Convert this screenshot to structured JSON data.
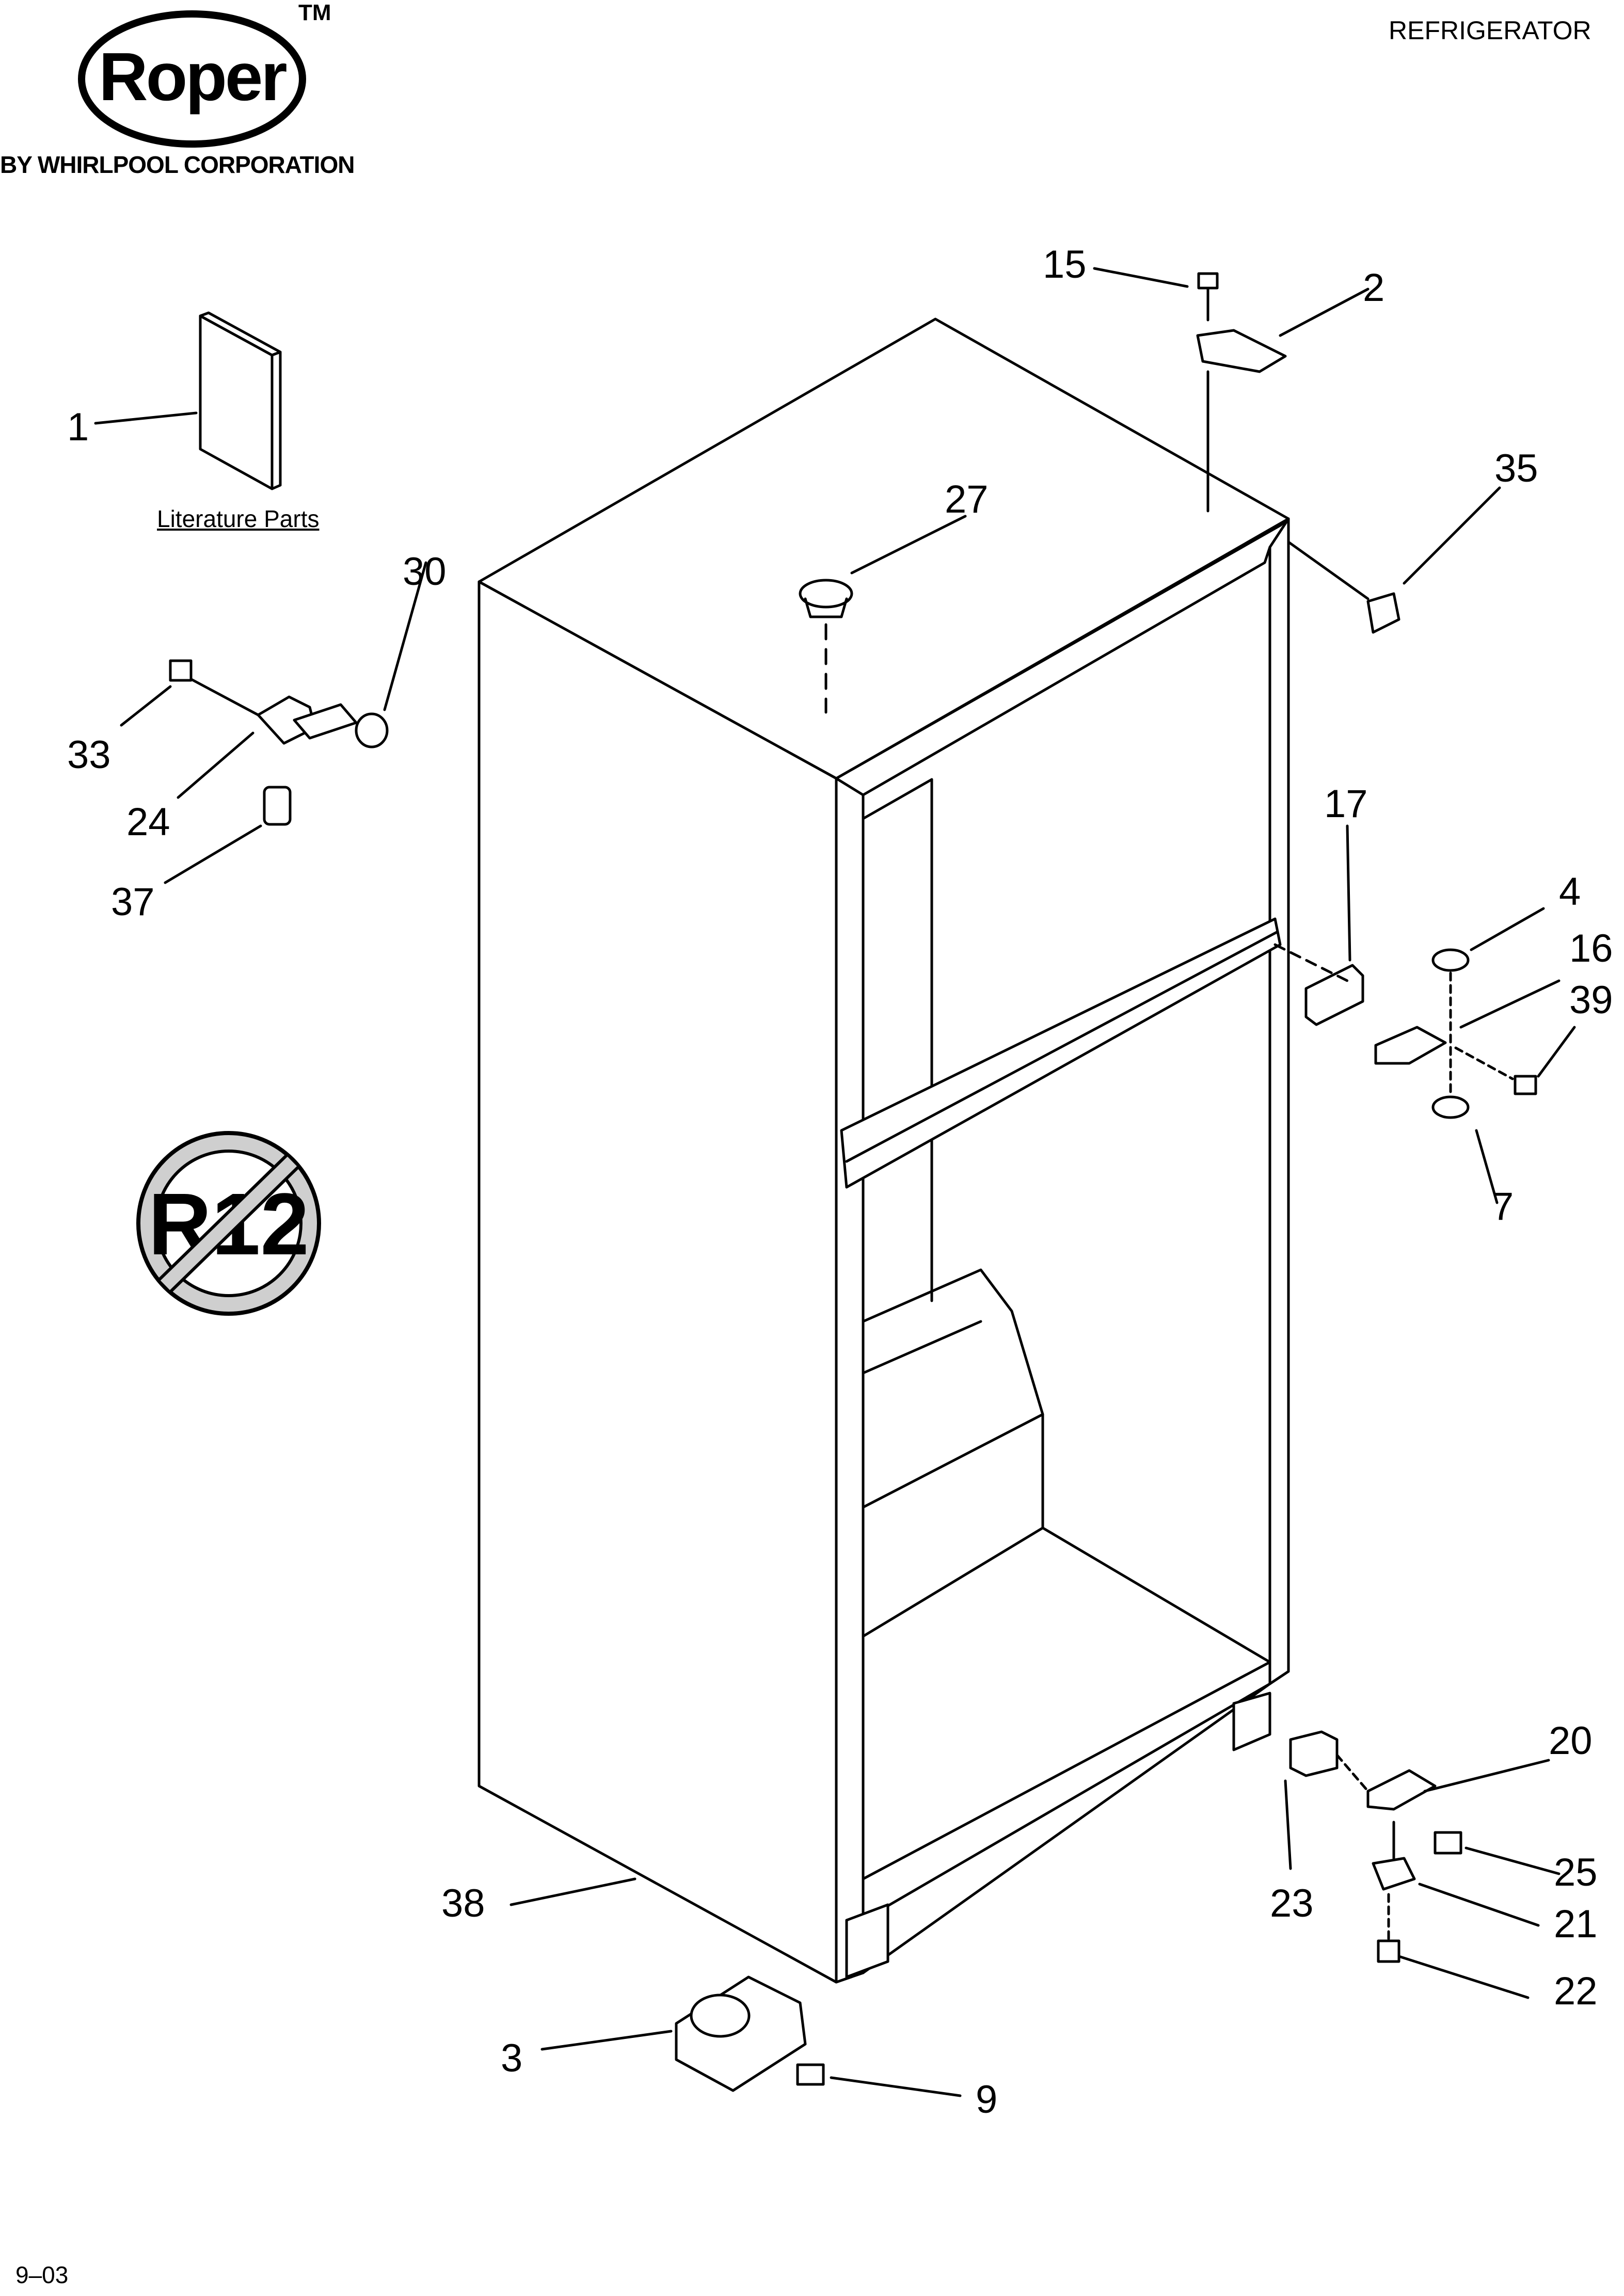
{
  "header": {
    "brand_name": "Roper",
    "trademark": "TM",
    "brand_subtitle": "BY WHIRLPOOL CORPORATION",
    "document_title": "REFRIGERATOR"
  },
  "literature": {
    "caption": "Literature Parts"
  },
  "symbols": {
    "no_r12_text": "R12"
  },
  "footer": {
    "date_code": "9–03"
  },
  "callouts": {
    "c1": "1",
    "c2": "2",
    "c3": "3",
    "c4": "4",
    "c7": "7",
    "c9": "9",
    "c15": "15",
    "c16": "16",
    "c17": "17",
    "c20": "20",
    "c21": "21",
    "c22": "22",
    "c23": "23",
    "c24": "24",
    "c25": "25",
    "c27": "27",
    "c30": "30",
    "c33": "33",
    "c35": "35",
    "c37": "37",
    "c38": "38",
    "c39": "39"
  }
}
